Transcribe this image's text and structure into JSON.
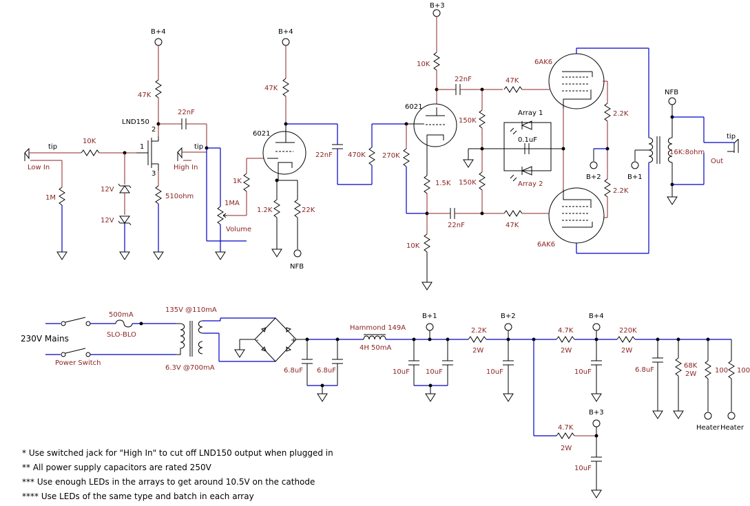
{
  "supplies": {
    "b4_first": "B+4",
    "b4_second": "B+4",
    "b3_top": "B+3",
    "b2_mid": "B+2",
    "b1_mid": "B+1",
    "nfb_top": "NFB",
    "nfb_bottom": "NFB",
    "b1_psu": "B+1",
    "b2_psu": "B+2",
    "b4_psu": "B+4",
    "b3_psu": "B+3"
  },
  "inputs": {
    "low_in_tip": "tip",
    "low_in": "Low In",
    "high_in_tip": "tip",
    "high_in": "High In",
    "out_tip": "tip",
    "out": "Out"
  },
  "components": {
    "r_10k_in": "10K",
    "r_1m": "1M",
    "zener_a": "12V",
    "zener_b": "12V",
    "r_47k_drain": "47K",
    "fet_name": "LND150",
    "fet_pin1": "1",
    "fet_pin2": "2",
    "fet_pin3": "3",
    "c_22nf_a": "22nF",
    "r_510": "510ohm",
    "r_1k": "1K",
    "pot_1ma": "1MA",
    "pot_volume": "Volume",
    "tube1_name": "6021",
    "r_47k_plate1": "47K",
    "r_1k2": "1.2K",
    "r_22k": "22K",
    "c_22nf_b": "22nF",
    "r_470k": "470K",
    "r_270k": "270K",
    "tube2_name": "6021",
    "r_10k_plate2": "10K",
    "c_22nf_c": "22nF",
    "r_150k_a": "150K",
    "r_1k5": "1.5K",
    "r_150k_b": "150K",
    "c_22nf_d": "22nF",
    "r_10k_tail": "10K",
    "r_47k_g1": "47K",
    "r_47k_g2": "47K",
    "array1": "Array 1",
    "array2": "Array 2",
    "c_01uf": "0.1uF",
    "tube3_name": "6AK6",
    "tube4_name": "6AK6",
    "r_2k2_a": "2.2K",
    "r_2k2_b": "2.2K",
    "ot": "16K:8ohm"
  },
  "psu": {
    "mains": "230V Mains",
    "fuse_rating": "500mA",
    "fuse_type": "SLO-BLO",
    "power_switch": "Power Switch",
    "sec_hv": "135V @110mA",
    "sec_heater": "6.3V @700mA",
    "bridge_minus": "-",
    "bridge_plus": "+",
    "c1": "6.8uF",
    "c2": "6.8uF",
    "choke": "Hammond 149A",
    "choke_spec": "4H 50mA",
    "c3": "10uF",
    "c4": "10uF",
    "r_2k2": "2.2K",
    "r_2k2_w": "2W",
    "c5": "10uF",
    "r_4k7_a": "4.7K",
    "r_4k7_a_w": "2W",
    "c6": "10uF",
    "r_220k": "220K",
    "r_220k_w": "2W",
    "c7": "6.8uF",
    "r_68k": "68K",
    "r_68k_w": "2W",
    "r_100_a": "100",
    "r_100_b": "100",
    "heater_a": "Heater",
    "heater_b": "Heater",
    "r_4k7_b": "4.7K",
    "r_4k7_b_w": "2W",
    "c8": "10uF"
  },
  "notes": [
    "* Use switched jack for \"High In\" to cut off LND150 output when plugged in",
    "** All power supply capacitors are rated 250V",
    "*** Use enough LEDs in the arrays to get around 10.5V on the cathode",
    "**** Use LEDs of the same type and batch in each array"
  ]
}
